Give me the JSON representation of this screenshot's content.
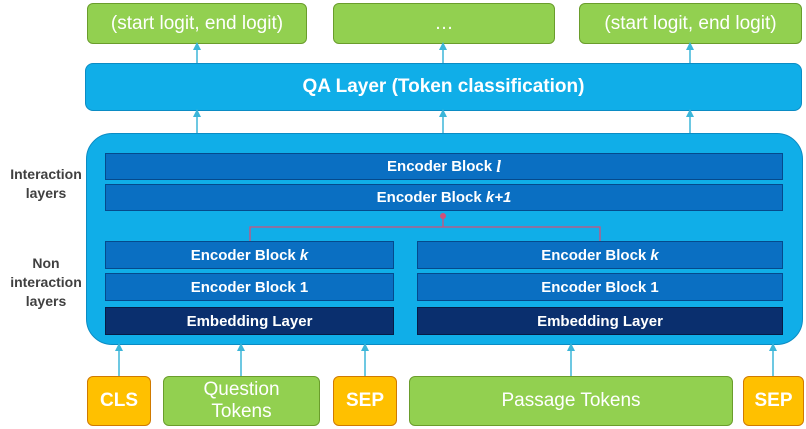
{
  "colors": {
    "output_box": "#92d050",
    "token_box": "#92d050",
    "special_token_box": "#ffc000",
    "qa_layer": "#10aee8",
    "encoder_block": "#0a6fc2",
    "embedding_layer": "#0a2f6e",
    "arrow": "#3cb6d9",
    "connector": "#d0507a"
  },
  "outputs": [
    {
      "label": "(start logit, end logit)"
    },
    {
      "label": "…"
    },
    {
      "label": "(start logit, end logit)"
    }
  ],
  "qa_layer": {
    "label": "QA Layer (Token classification)"
  },
  "side_labels": {
    "interaction": "Interaction layers",
    "non_interaction": "Non interaction layers"
  },
  "interaction_blocks": {
    "top": {
      "text": "Encoder Block ",
      "suffix": "l"
    },
    "bottom": {
      "text": "Encoder Block ",
      "suffix": "k+1"
    }
  },
  "left_tower": {
    "block_k": {
      "text": "Encoder Block ",
      "suffix": "k"
    },
    "block_1": "Encoder Block 1",
    "embedding": "Embedding Layer"
  },
  "right_tower": {
    "block_k": {
      "text": "Encoder Block ",
      "suffix": "k"
    },
    "block_1": "Encoder Block 1",
    "embedding": "Embedding Layer"
  },
  "inputs": {
    "cls": "CLS",
    "question_line1": "Question",
    "question_line2": "Tokens",
    "sep_1": "SEP",
    "passage": "Passage Tokens",
    "sep_2": "SEP"
  }
}
